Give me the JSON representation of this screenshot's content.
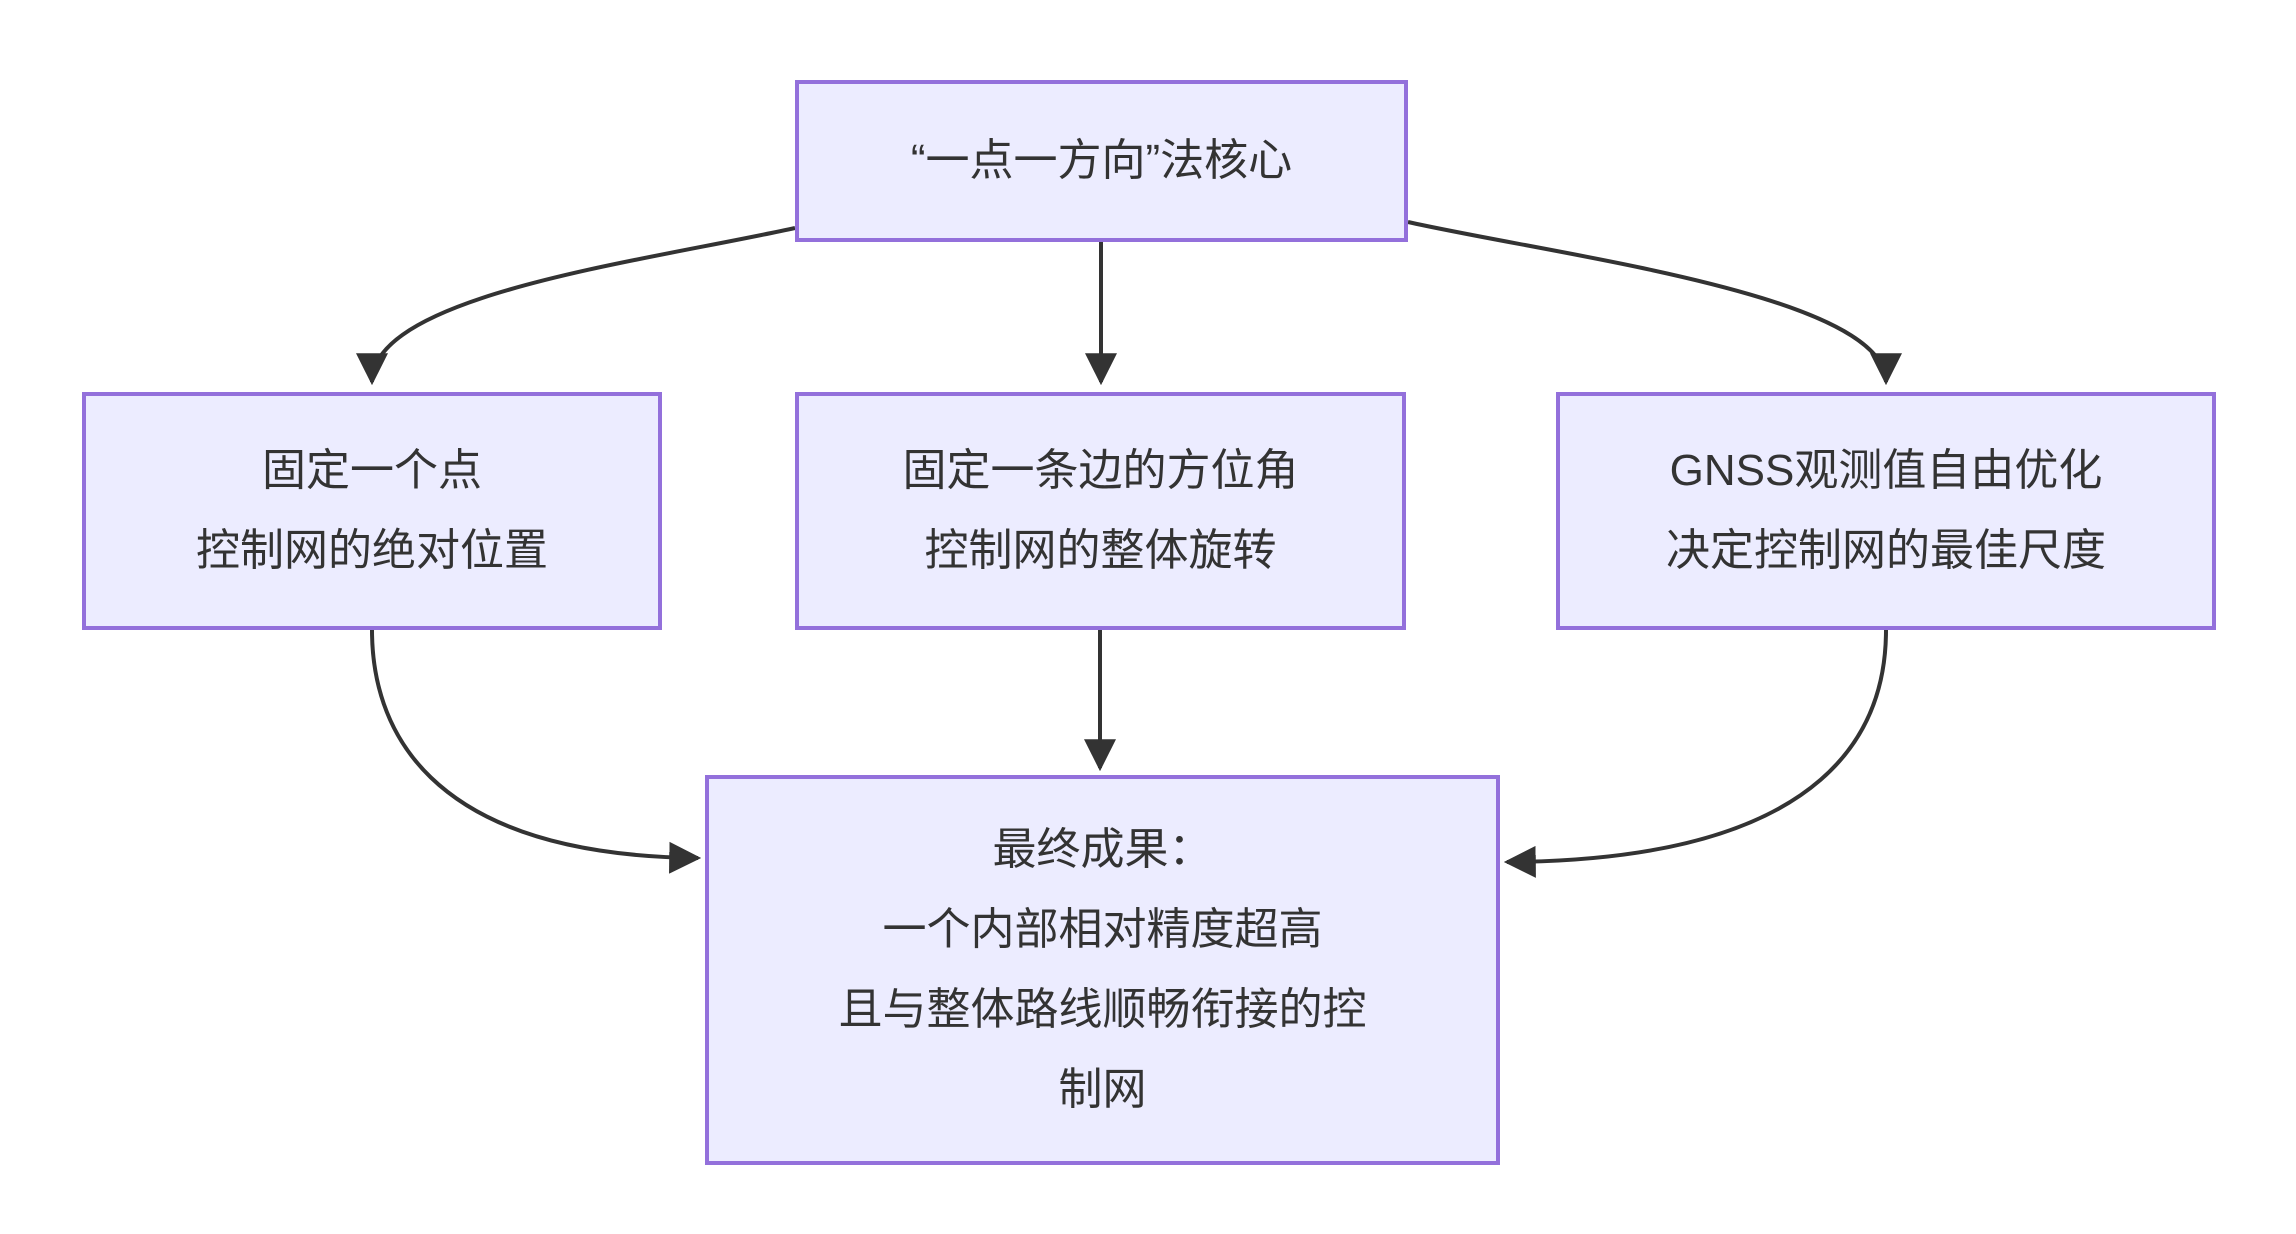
{
  "diagram": {
    "type": "flowchart",
    "direction": "top-down",
    "colors": {
      "background": "#ffffff",
      "node_fill": "#ECECFF",
      "node_border": "#9370DB",
      "edge": "#333333",
      "text": "#333333"
    },
    "nodes": {
      "core": {
        "lines": [
          "“一点一方向”法核心"
        ]
      },
      "point": {
        "lines": [
          "固定一个点",
          "控制网的绝对位置"
        ]
      },
      "azimuth": {
        "lines": [
          "固定一条边的方位角",
          "控制网的整体旋转"
        ]
      },
      "gnss": {
        "lines": [
          "GNSS观测值自由优化",
          "决定控制网的最佳尺度"
        ]
      },
      "result": {
        "lines": [
          "最终成果：",
          "一个内部相对精度超高",
          "且与整体路线顺畅衔接的控",
          "制网"
        ]
      }
    },
    "edges": [
      {
        "from": "core",
        "to": "point"
      },
      {
        "from": "core",
        "to": "azimuth"
      },
      {
        "from": "core",
        "to": "gnss"
      },
      {
        "from": "point",
        "to": "result"
      },
      {
        "from": "azimuth",
        "to": "result"
      },
      {
        "from": "gnss",
        "to": "result"
      }
    ]
  }
}
